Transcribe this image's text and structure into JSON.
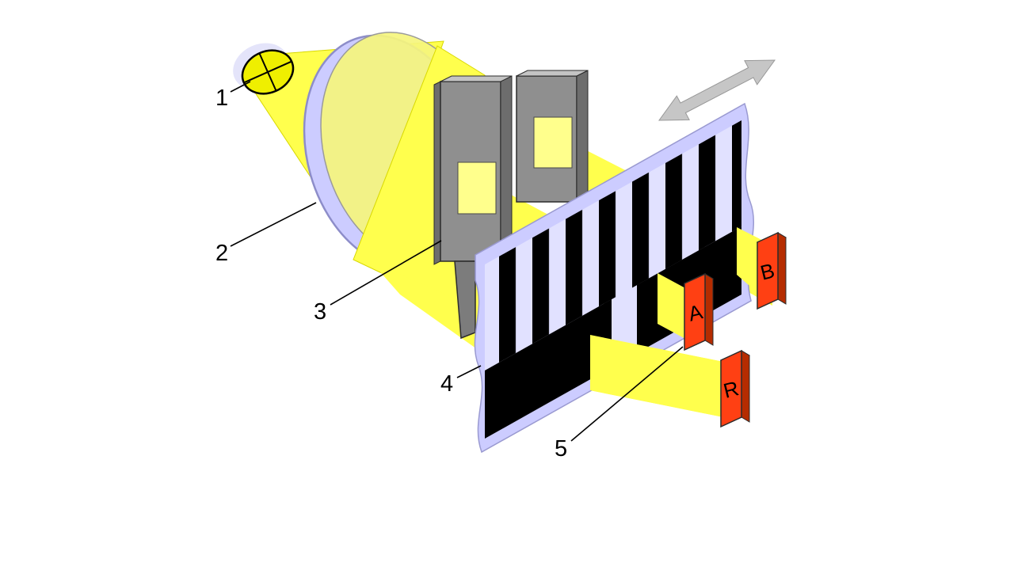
{
  "diagram": {
    "labels": {
      "n1": "1",
      "n2": "2",
      "n3": "3",
      "n4": "4",
      "n5": "5"
    },
    "detectors": {
      "a": "A",
      "b": "B",
      "r": "R"
    },
    "colors": {
      "background": "#ffffff",
      "light": "#ffff4d",
      "light_soft": "#ffff8c",
      "bulb": "#efef00",
      "highlight": "#e4e4fa",
      "lens_rim": "#ccccff",
      "lens_glass": "#f5f57d",
      "mask_front": "#8f8f8f",
      "mask_side": "#6d6d6d",
      "mask_top": "#c4c4c4",
      "mask_tongue": "#7c7c7c",
      "scale_backing": "#ccccff",
      "scale_film": "#ffffff",
      "stripe": "#000000",
      "detector_front": "#ff4013",
      "detector_side": "#b52c00",
      "detector_top": "#ff8f70",
      "arrow": "#c6c6c6",
      "outline": "#000000"
    }
  }
}
